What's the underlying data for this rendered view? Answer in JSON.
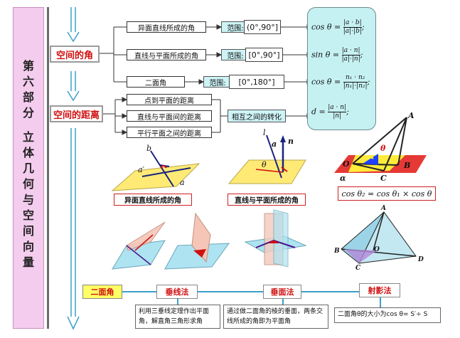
{
  "sidebar": {
    "chars": [
      "第",
      "六",
      "部",
      "分",
      "",
      "立",
      "体",
      "几",
      "何",
      "与",
      "空",
      "间",
      "向",
      "量"
    ]
  },
  "angles": {
    "title": "空间的角",
    "items": [
      {
        "label": "异面直线所成的角",
        "range_prefix": "范围:",
        "range": "(0°,90°]"
      },
      {
        "label": "直线与平面所成的角",
        "range_prefix": "范围:",
        "range": "[0°,90°]"
      },
      {
        "label": "二面角",
        "range_prefix": "范围:",
        "range": "[0°,180°]"
      }
    ],
    "formulas": [
      {
        "lhs": "cos θ =",
        "num": "|a · b|",
        "den": "|a|·|b|",
        "tail": ";"
      },
      {
        "lhs": "sin θ =",
        "num": "|a · n|",
        "den": "|a|·|n|",
        "tail": ";"
      },
      {
        "lhs": "cos θ =",
        "num": "n₁ · n₂",
        "den": "|n₁|·|n₂|",
        "tail": ";"
      },
      {
        "lhs": "d =",
        "num": "|a · n|",
        "den": "|n|",
        "tail": ";"
      }
    ]
  },
  "distances": {
    "title": "空间的距离",
    "items": [
      "点到平面的距离",
      "直线与平面间的距离",
      "平行平面之间的距离"
    ],
    "conversion": "相互之间的转化"
  },
  "figures": {
    "skew_label": "异面直线所成的角",
    "line_plane_label": "直线与平面所成的角",
    "three_cos": "cos θ₂ = cos θ₁ × cos θ",
    "skew_letters": {
      "b": "b",
      "a_prime": "a′",
      "a": "a"
    },
    "line_plane_letters": {
      "l": "l",
      "a_vec": "a",
      "n_vec": "n",
      "theta": "θ"
    },
    "tri_letters": {
      "A": "A",
      "O": "O",
      "B": "B",
      "C": "C",
      "alpha": "α",
      "theta": "θ"
    },
    "pyr_letters": {
      "A": "A",
      "B": "B",
      "C": "C",
      "D": "D",
      "O": "O"
    }
  },
  "dihedral": {
    "title": "二面角",
    "methods": [
      "垂线法",
      "垂面法",
      "射影法"
    ],
    "notes": [
      "利用三垂线定理作出平面角，解直角三角形求角",
      "通过做二面角的棱的垂面，两条交线所成的角即为平面角",
      "二面角θ的大小为cos θ= S′÷ S"
    ]
  }
}
